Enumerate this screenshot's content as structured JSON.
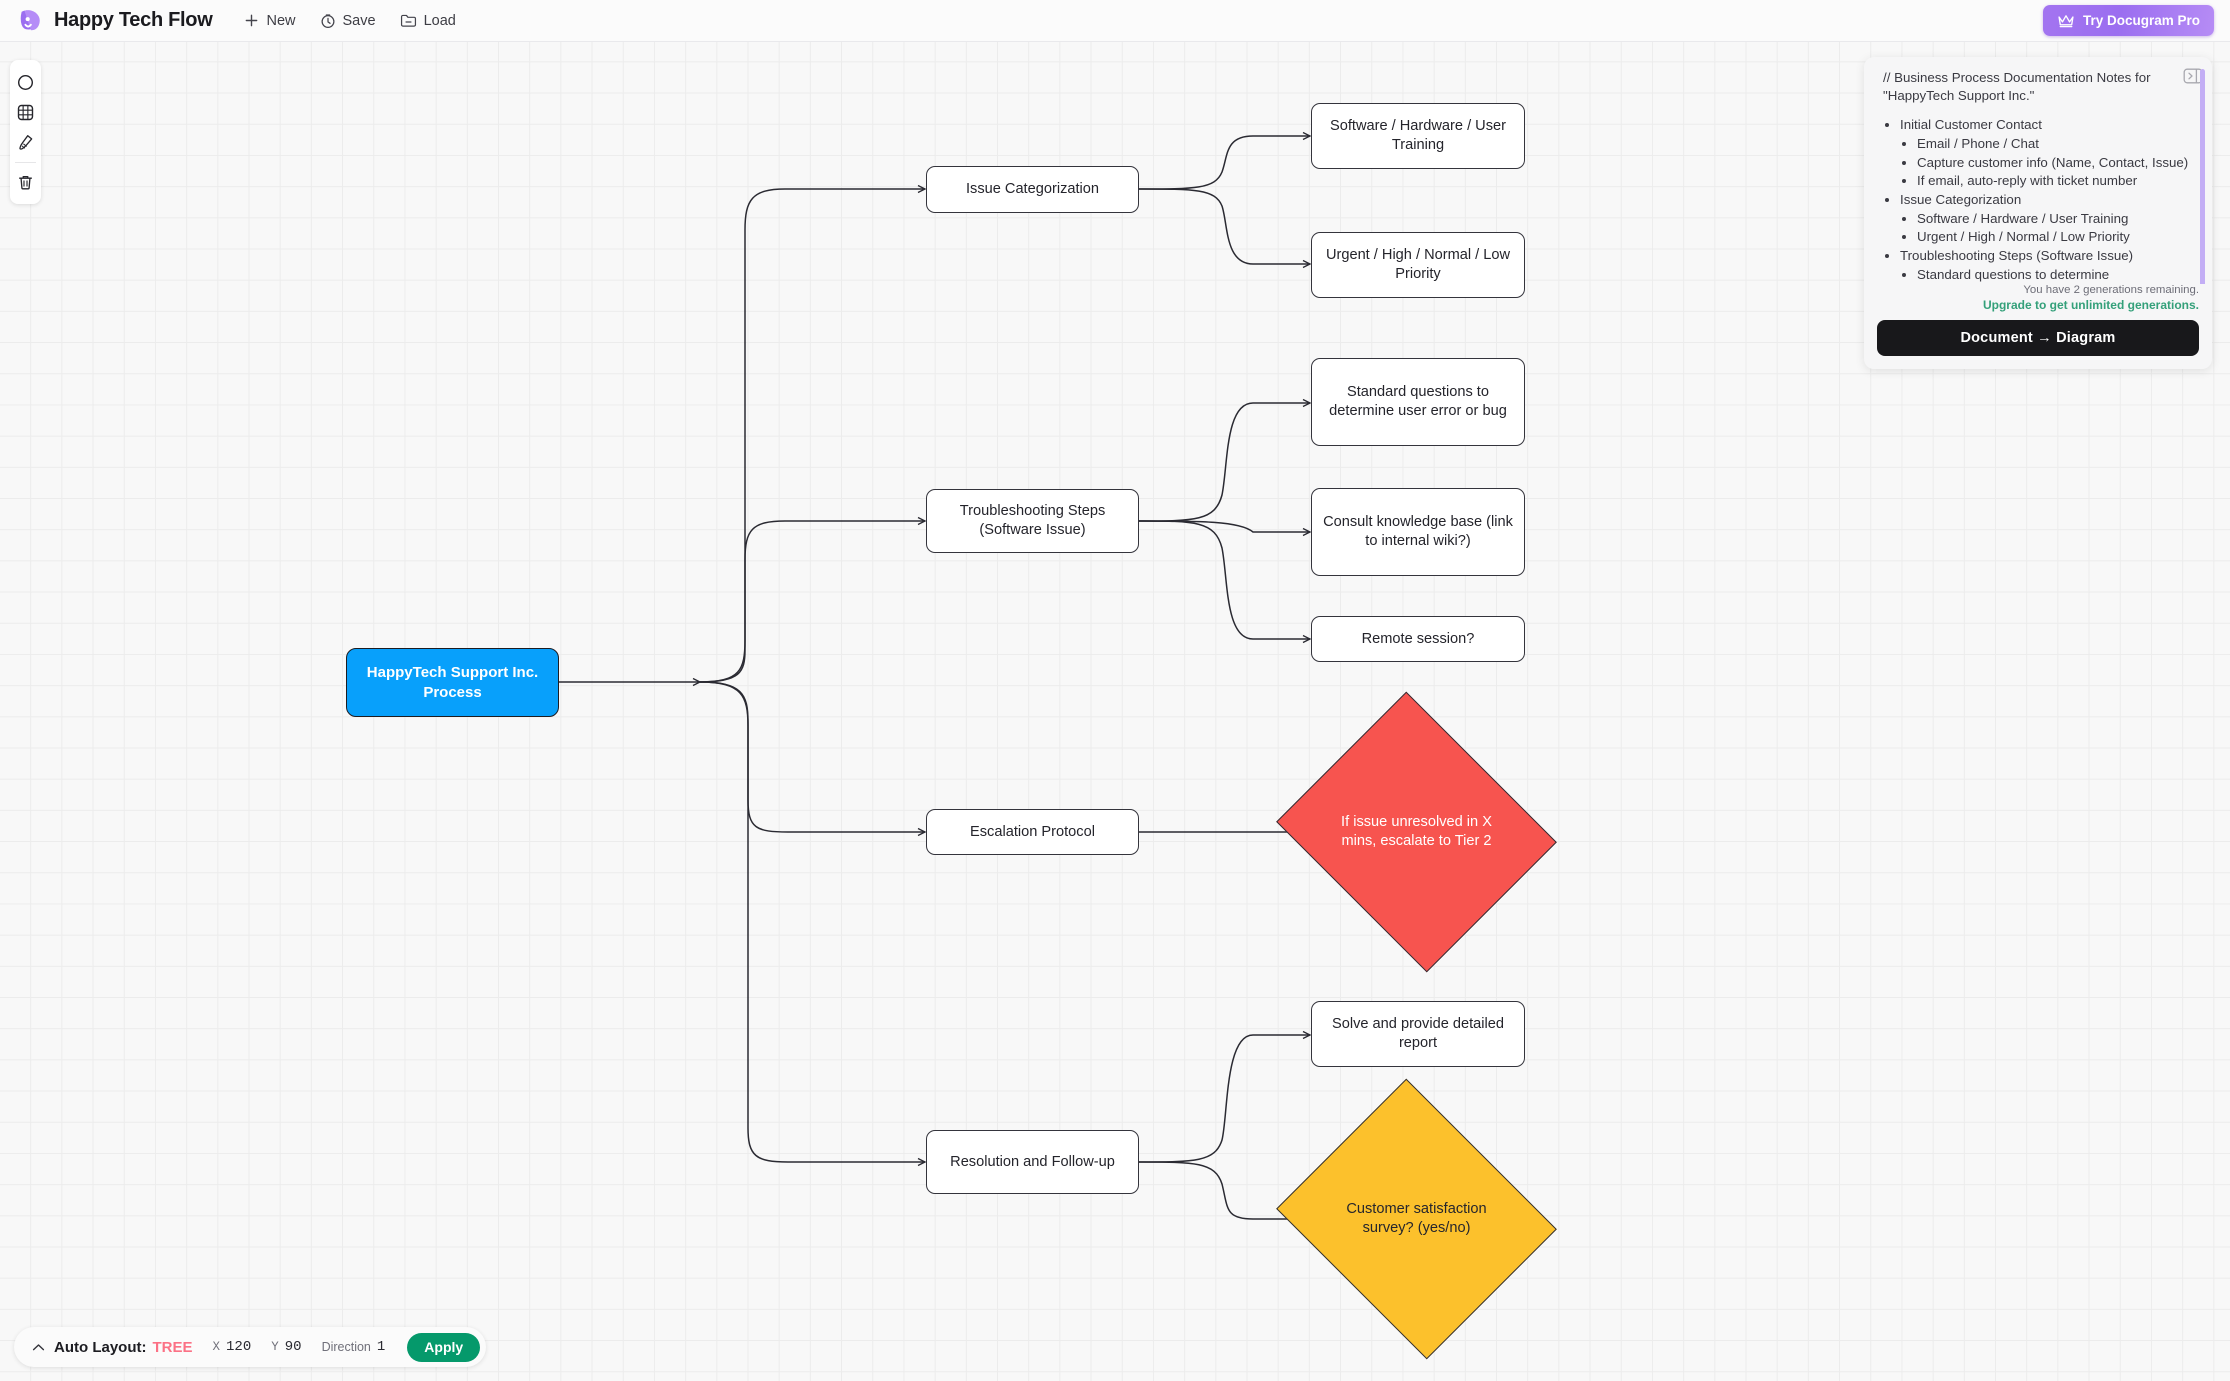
{
  "header": {
    "app_title": "Happy Tech Flow",
    "logo_icon": "happy-flow-logo",
    "actions": [
      {
        "label": "New",
        "icon": "plus-icon"
      },
      {
        "label": "Save",
        "icon": "save-clock-icon"
      },
      {
        "label": "Load",
        "icon": "folder-icon"
      }
    ],
    "pro_button": {
      "label": "Try Docugram Pro",
      "icon": "crown-icon",
      "color": "#9b6ef0"
    }
  },
  "toolbar": {
    "tools": [
      {
        "name": "shape-circle-icon",
        "title": "Circle"
      },
      {
        "name": "grid-icon",
        "title": "Grid"
      },
      {
        "name": "pen-icon",
        "title": "Pen"
      },
      {
        "name": "trash-icon",
        "title": "Delete"
      }
    ]
  },
  "canvas": {
    "nodes": [
      {
        "id": "root",
        "label": "HappyTech Support Inc. Process",
        "shape": "rounded-rect",
        "color": "#08a0fb",
        "text_color": "#ffffff"
      },
      {
        "id": "cat",
        "label": "Issue Categorization",
        "shape": "rounded-rect",
        "color": "#ffffff"
      },
      {
        "id": "cat1",
        "label": "Software / Hardware / User Training",
        "shape": "rounded-rect",
        "color": "#ffffff"
      },
      {
        "id": "cat2",
        "label": "Urgent / High / Normal / Low Priority",
        "shape": "rounded-rect",
        "color": "#ffffff"
      },
      {
        "id": "trb",
        "label": "Troubleshooting Steps (Software Issue)",
        "shape": "rounded-rect",
        "color": "#ffffff"
      },
      {
        "id": "trb1",
        "label": "Standard questions to determine user error or bug",
        "shape": "rounded-rect",
        "color": "#ffffff"
      },
      {
        "id": "trb2",
        "label": "Consult knowledge base (link to internal wiki?)",
        "shape": "rounded-rect",
        "color": "#ffffff"
      },
      {
        "id": "trb3",
        "label": "Remote session?",
        "shape": "rounded-rect",
        "color": "#ffffff"
      },
      {
        "id": "esc",
        "label": "Escalation Protocol",
        "shape": "rounded-rect",
        "color": "#ffffff"
      },
      {
        "id": "esc1",
        "label": "If issue unresolved in X mins, escalate to Tier 2",
        "shape": "diamond",
        "color": "#f7544f",
        "text_color": "#ffffff"
      },
      {
        "id": "res",
        "label": "Resolution and Follow-up",
        "shape": "rounded-rect",
        "color": "#ffffff"
      },
      {
        "id": "res1",
        "label": "Solve and provide detailed report",
        "shape": "rounded-rect",
        "color": "#ffffff"
      },
      {
        "id": "res2",
        "label": "Customer satisfaction survey? (yes/no)",
        "shape": "diamond",
        "color": "#fcc12c",
        "text_color": "#26262c"
      }
    ]
  },
  "doc_panel": {
    "collapse_icon": "panel-collapse-icon",
    "intro": "// Business Process Documentation Notes for \"HappyTech Support Inc.\"",
    "outline": [
      {
        "text": "Initial Customer Contact",
        "children": [
          "Email / Phone / Chat",
          "Capture customer info (Name, Contact, Issue)",
          "If email, auto-reply with ticket number"
        ]
      },
      {
        "text": "Issue Categorization",
        "children": [
          "Software / Hardware / User Training",
          "Urgent / High / Normal / Low Priority"
        ]
      },
      {
        "text": "Troubleshooting Steps (Software Issue)",
        "children": [
          "Standard questions to determine"
        ]
      }
    ],
    "generations_note": "You have 2 generations remaining.",
    "upgrade_link": "Upgrade to get unlimited generations.",
    "generate_button": "Document  →  Diagram"
  },
  "bottom_bar": {
    "collapse_icon": "chevron-up-icon",
    "label": "Auto Layout:",
    "mode": "TREE",
    "mode_color": "#fb7185",
    "x_key": "X",
    "x_value": "120",
    "y_key": "Y",
    "y_value": "90",
    "direction_key": "Direction",
    "direction_value": "1",
    "apply_label": "Apply",
    "apply_color": "#05996b"
  }
}
